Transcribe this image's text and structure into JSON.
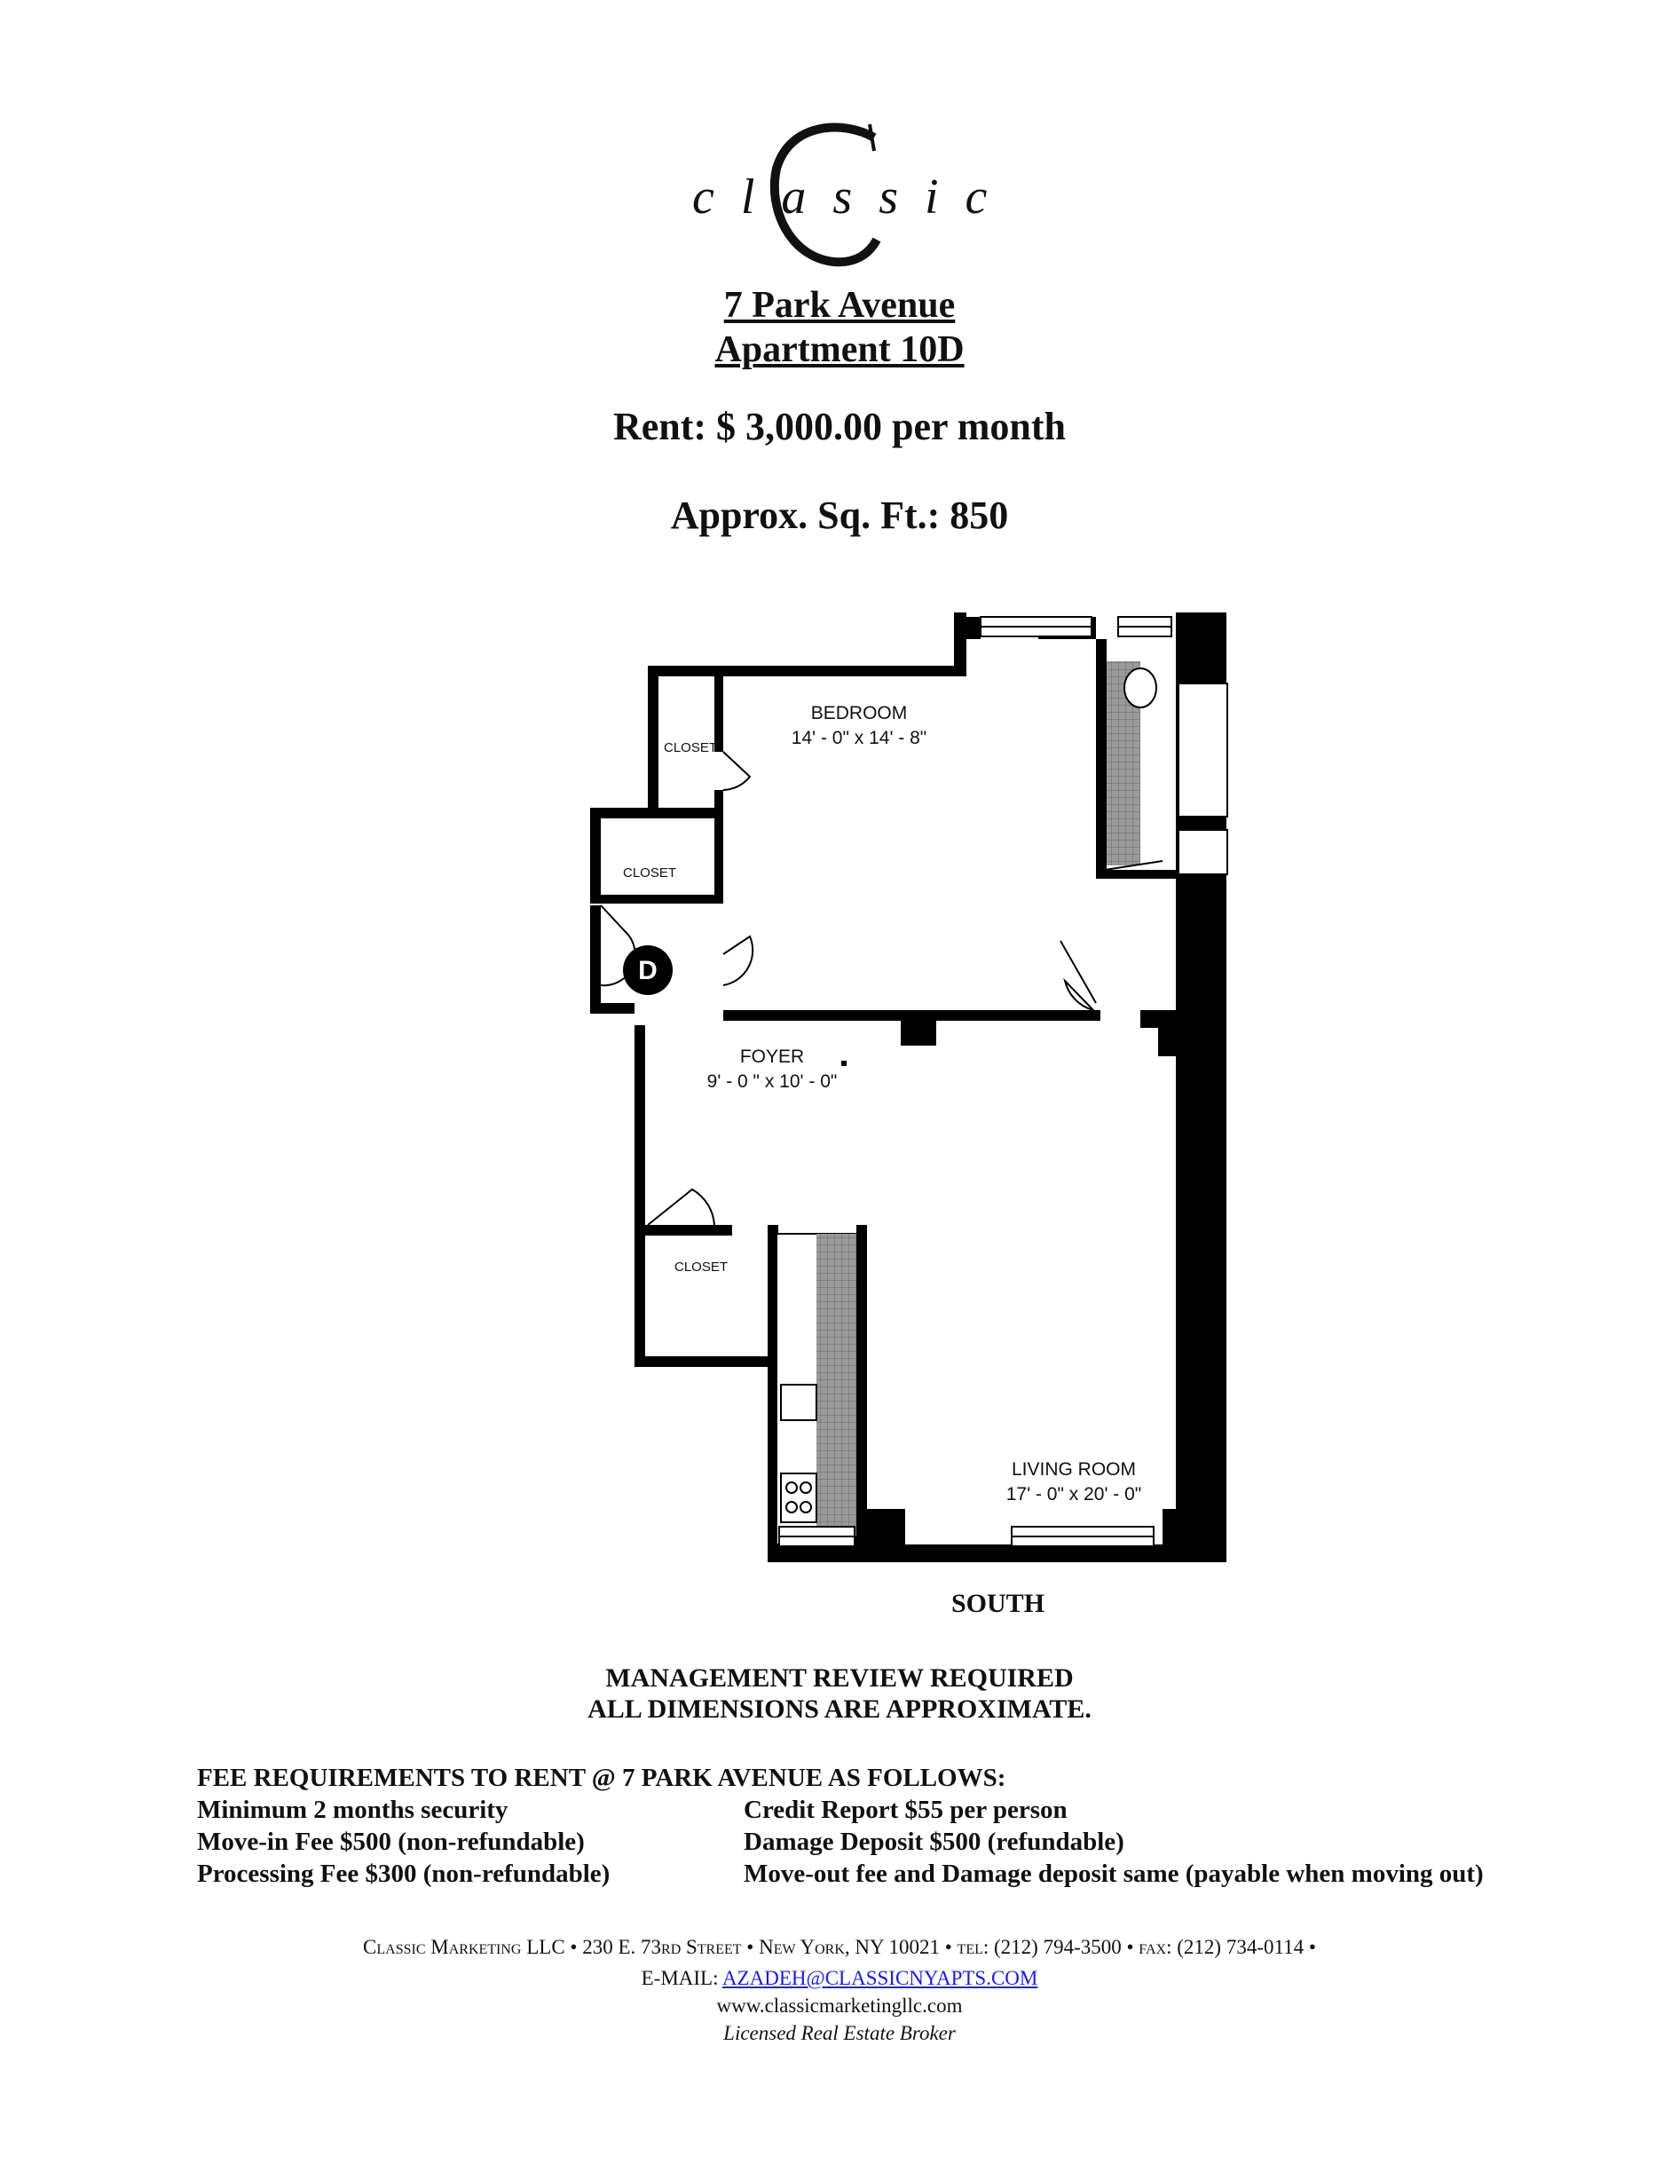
{
  "logo": {
    "word": "classic"
  },
  "header": {
    "address": "7 Park Avenue",
    "apartment": "Apartment 10D",
    "rent": "Rent: $ 3,000.00 per month",
    "sqft": "Approx. Sq. Ft.:  850"
  },
  "plan": {
    "bedroom": {
      "name": "BEDROOM",
      "dims": "14' - 0\" x 14' - 8\""
    },
    "foyer": {
      "name": "FOYER",
      "dims": "9' - 0 \" x 10' - 0\""
    },
    "living": {
      "name": "LIVING ROOM",
      "dims": "17' - 0\" x 20' - 0\""
    },
    "closet_label": "CLOSET",
    "unit_marker": "D",
    "orientation": "SOUTH"
  },
  "notes": {
    "line1": "MANAGEMENT REVIEW REQUIRED",
    "line2": "ALL DIMENSIONS ARE APPROXIMATE."
  },
  "fees": {
    "heading": "FEE REQUIREMENTS TO RENT @ 7 PARK AVENUE AS FOLLOWS:",
    "rows": [
      {
        "left": "Minimum 2 months security",
        "right": "Credit Report $55 per person"
      },
      {
        "left": "Move-in Fee $500 (non-refundable)",
        "right": "Damage Deposit $500 (refundable)"
      },
      {
        "left": "Processing Fee $300 (non-refundable)",
        "right": "Move-out fee and Damage deposit same (payable when moving out)"
      }
    ]
  },
  "footer": {
    "company_line": "Classic Marketing LLC  •  230 E. 73rd Street  •  New York, NY 10021  •  tel: (212) 794-3500  •  fax: (212) 734-0114  •",
    "email_label": "E-MAIL:",
    "email": "AZADEH@CLASSICNYAPTS.COM",
    "website": "www.classicmarketingllc.com",
    "license": "Licensed Real Estate Broker"
  }
}
